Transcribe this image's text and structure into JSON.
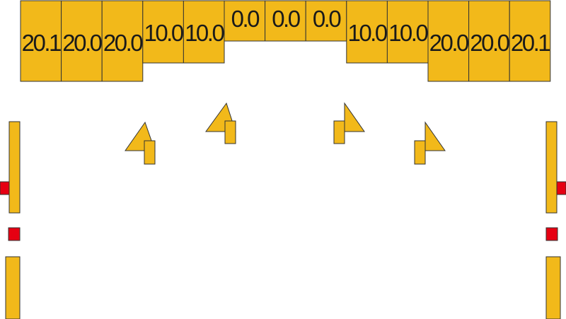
{
  "colors": {
    "fill": "#F2B91A",
    "accent": "#E60012",
    "stroke": "#333333",
    "text": "#1a1a1a"
  },
  "seats": [
    {
      "id": "seat-1",
      "value": "20.1"
    },
    {
      "id": "seat-2",
      "value": "20.0"
    },
    {
      "id": "seat-3",
      "value": "20.0"
    },
    {
      "id": "seat-4",
      "value": "10.0"
    },
    {
      "id": "seat-5",
      "value": "10.0"
    },
    {
      "id": "seat-6",
      "value": "0.0"
    },
    {
      "id": "seat-7",
      "value": "0.0"
    },
    {
      "id": "seat-8",
      "value": "0.0"
    },
    {
      "id": "seat-9",
      "value": "10.0"
    },
    {
      "id": "seat-10",
      "value": "10.0"
    },
    {
      "id": "seat-11",
      "value": "20.0"
    },
    {
      "id": "seat-12",
      "value": "20.0"
    },
    {
      "id": "seat-13",
      "value": "20.1"
    }
  ]
}
